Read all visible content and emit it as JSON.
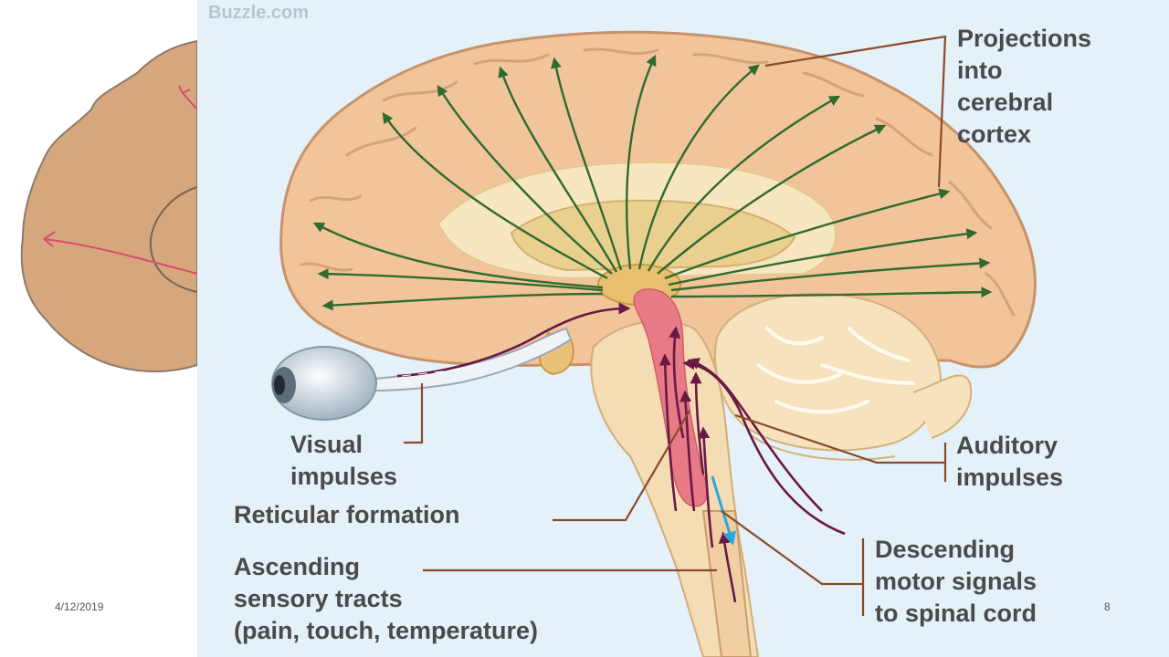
{
  "watermark": "Buzzle.com",
  "labels": {
    "projections": [
      "Projections",
      "into",
      "cerebral",
      "cortex"
    ],
    "visual": [
      "Visual",
      "impulses"
    ],
    "reticular": "Reticular formation",
    "ascending": [
      "Ascending",
      "sensory tracts",
      "(pain, touch, temperature)"
    ],
    "auditory": [
      "Auditory",
      "impulses"
    ],
    "descending": [
      "Descending",
      "motor signals",
      "to spinal cord"
    ]
  },
  "footer": {
    "date": "4/12/2019",
    "page": "8"
  },
  "colors": {
    "panel_bg": "#e4f1f8",
    "brain": "#f2c49a",
    "projection_arrows": "#2f6b2f",
    "leader_lines": "#8a4a28",
    "reticular": "#e87a86",
    "impulse_arrows": "#6a1845",
    "motor_arrow": "#29a8e0"
  }
}
